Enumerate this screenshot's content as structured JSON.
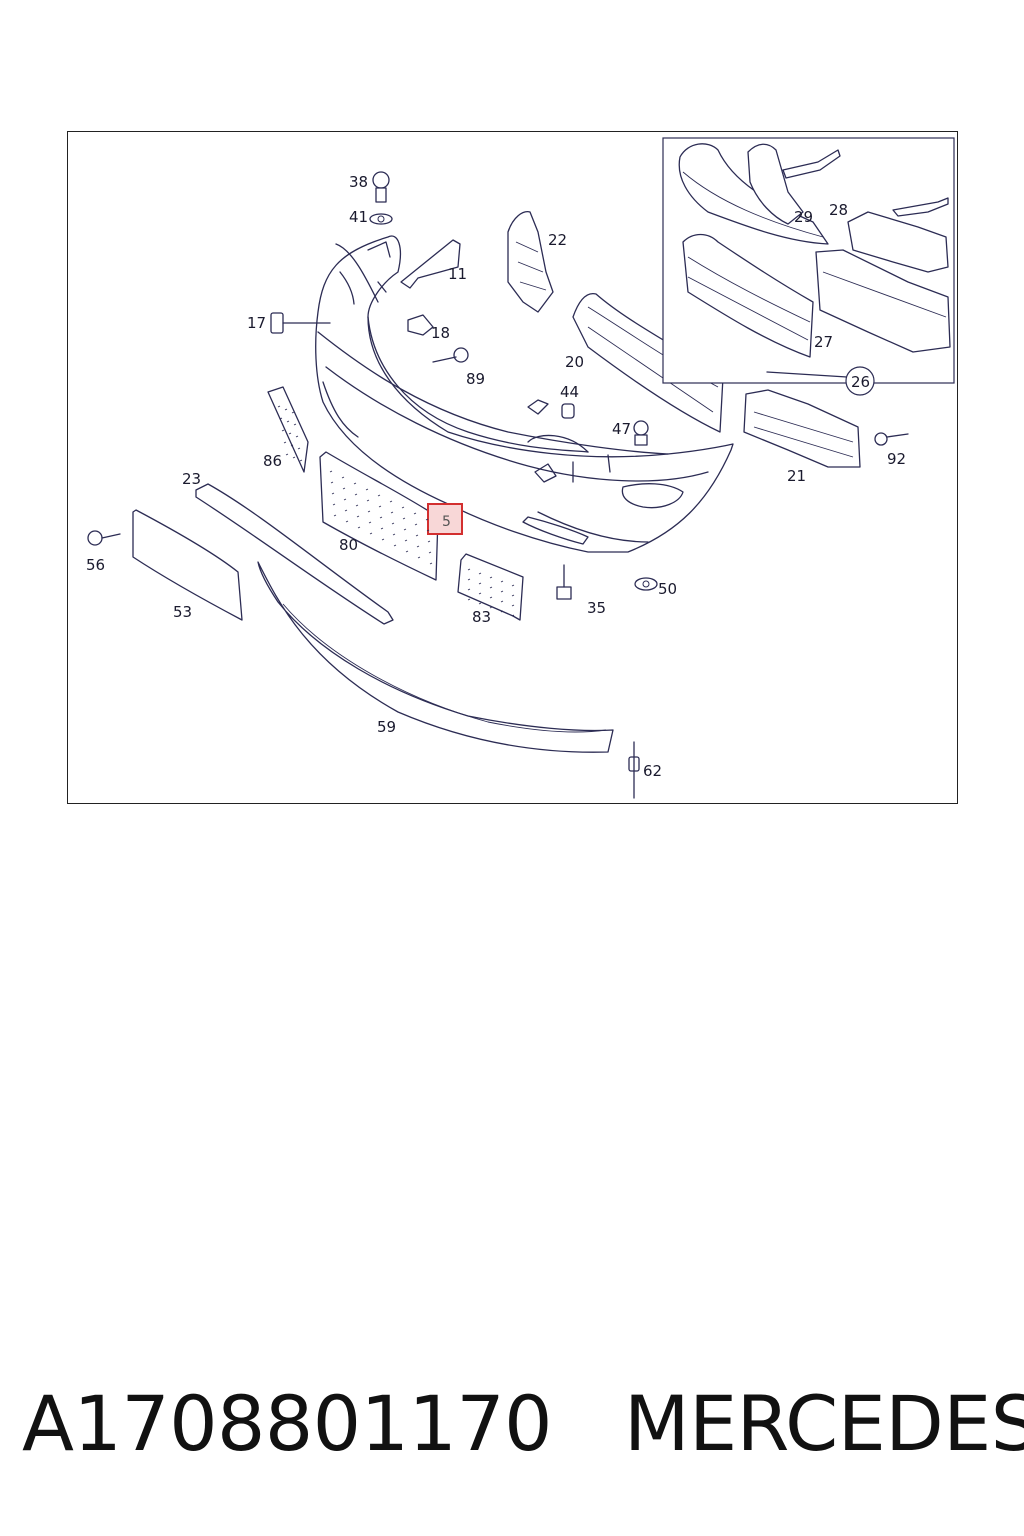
{
  "footer": {
    "part_number": "A1708801170",
    "brand": "MERCEDES"
  },
  "diagram": {
    "highlighted_callout": "5",
    "highlight_color": "#d32f2f",
    "callouts": [
      {
        "id": "c38",
        "text": "38"
      },
      {
        "id": "c41",
        "text": "41"
      },
      {
        "id": "c11",
        "text": "11"
      },
      {
        "id": "c22",
        "text": "22"
      },
      {
        "id": "c17",
        "text": "17"
      },
      {
        "id": "c18",
        "text": "18"
      },
      {
        "id": "c89",
        "text": "89"
      },
      {
        "id": "c20",
        "text": "20"
      },
      {
        "id": "c44",
        "text": "44"
      },
      {
        "id": "c47",
        "text": "47"
      },
      {
        "id": "c86",
        "text": "86"
      },
      {
        "id": "c23",
        "text": "23"
      },
      {
        "id": "c56",
        "text": "56"
      },
      {
        "id": "c80",
        "text": "80"
      },
      {
        "id": "c53",
        "text": "53"
      },
      {
        "id": "c83",
        "text": "83"
      },
      {
        "id": "c35",
        "text": "35"
      },
      {
        "id": "c50",
        "text": "50"
      },
      {
        "id": "c59",
        "text": "59"
      },
      {
        "id": "c62",
        "text": "62"
      },
      {
        "id": "c21",
        "text": "21"
      },
      {
        "id": "c92",
        "text": "92"
      },
      {
        "id": "c29",
        "text": "29"
      },
      {
        "id": "c28",
        "text": "28"
      },
      {
        "id": "c27",
        "text": "27"
      },
      {
        "id": "c26",
        "text": "26"
      }
    ]
  }
}
